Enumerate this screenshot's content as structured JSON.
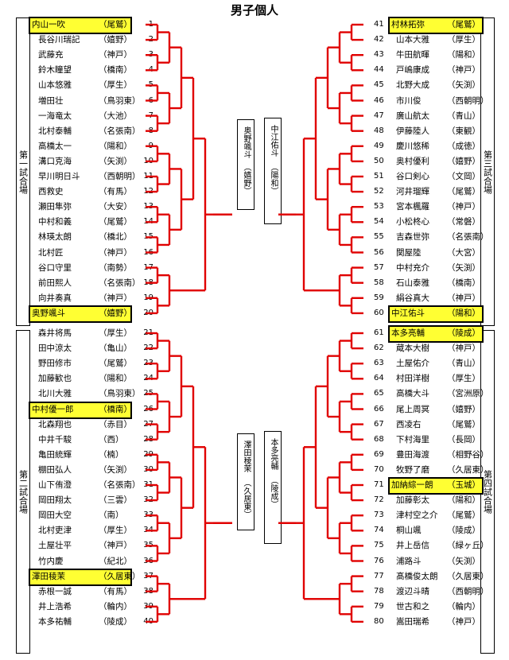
{
  "title": "男子個人",
  "venues": {
    "v1": "第一試合場",
    "v2": "第二試合場",
    "v3": "第三試合場",
    "v4": "第四試合場"
  },
  "left_players": [
    {
      "no": "1",
      "name": "内山一吹",
      "school": "尾鷲",
      "highlight": true
    },
    {
      "no": "2",
      "name": "長谷川瑞記",
      "school": "嬉野"
    },
    {
      "no": "3",
      "name": "武藤充",
      "school": "神戸"
    },
    {
      "no": "4",
      "name": "鈴木瞳望",
      "school": "橋南"
    },
    {
      "no": "5",
      "name": "山本悠雅",
      "school": "厚生"
    },
    {
      "no": "6",
      "name": "増田壮",
      "school": "鳥羽東"
    },
    {
      "no": "7",
      "name": "一海竜太",
      "school": "大池"
    },
    {
      "no": "8",
      "name": "北村泰輔",
      "school": "名張南"
    },
    {
      "no": "9",
      "name": "高橋太一",
      "school": "陽和"
    },
    {
      "no": "10",
      "name": "溝口克海",
      "school": "矢渕"
    },
    {
      "no": "11",
      "name": "早川明日斗",
      "school": "西朝明"
    },
    {
      "no": "12",
      "name": "西救史",
      "school": "有馬"
    },
    {
      "no": "13",
      "name": "瀬田隼弥",
      "school": "大安"
    },
    {
      "no": "14",
      "name": "中村和義",
      "school": "尾鷲"
    },
    {
      "no": "15",
      "name": "林瑛太朗",
      "school": "橋北"
    },
    {
      "no": "16",
      "name": "北村匠",
      "school": "神戸"
    },
    {
      "no": "17",
      "name": "谷口守里",
      "school": "南勢"
    },
    {
      "no": "18",
      "name": "前田熙人",
      "school": "名張南"
    },
    {
      "no": "19",
      "name": "向井奏真",
      "school": "神戸"
    },
    {
      "no": "20",
      "name": "奥野颯斗",
      "school": "嬉野",
      "highlight": true
    },
    {
      "no": "21",
      "name": "森井将馬",
      "school": "厚生"
    },
    {
      "no": "22",
      "name": "田中涼太",
      "school": "亀山"
    },
    {
      "no": "23",
      "name": "野田修市",
      "school": "尾鷲"
    },
    {
      "no": "24",
      "name": "加藤歓也",
      "school": "陽和"
    },
    {
      "no": "25",
      "name": "北川大雅",
      "school": "鳥羽東"
    },
    {
      "no": "26",
      "name": "中村優一郎",
      "school": "橋南",
      "highlight": true
    },
    {
      "no": "27",
      "name": "北森翔也",
      "school": "赤目"
    },
    {
      "no": "28",
      "name": "中井千駿",
      "school": "西"
    },
    {
      "no": "29",
      "name": "亀田統輝",
      "school": "楠"
    },
    {
      "no": "30",
      "name": "棚田弘人",
      "school": "矢渕"
    },
    {
      "no": "31",
      "name": "山下侑澄",
      "school": "名張南"
    },
    {
      "no": "32",
      "name": "岡田翔太",
      "school": "三雲"
    },
    {
      "no": "33",
      "name": "岡田大空",
      "school": "南"
    },
    {
      "no": "34",
      "name": "北村吏津",
      "school": "厚生"
    },
    {
      "no": "35",
      "name": "土屋壮平",
      "school": "神戸"
    },
    {
      "no": "36",
      "name": "竹内慶",
      "school": "紀北"
    },
    {
      "no": "37",
      "name": "澤田稜茉",
      "school": "久居東",
      "highlight": true
    },
    {
      "no": "38",
      "name": "赤根一誠",
      "school": "有馬"
    },
    {
      "no": "39",
      "name": "井上浩希",
      "school": "輪内"
    },
    {
      "no": "40",
      "name": "本多祐輔",
      "school": "陵成"
    }
  ],
  "right_players": [
    {
      "no": "41",
      "name": "村林拓弥",
      "school": "尾鷲",
      "highlight": true
    },
    {
      "no": "42",
      "name": "山本大雅",
      "school": "厚生"
    },
    {
      "no": "43",
      "name": "牛田航暉",
      "school": "陽和"
    },
    {
      "no": "44",
      "name": "戸嶋康成",
      "school": "神戸"
    },
    {
      "no": "45",
      "name": "北野大成",
      "school": "矢渕"
    },
    {
      "no": "46",
      "name": "市川俊",
      "school": "西朝明"
    },
    {
      "no": "47",
      "name": "廣山航太",
      "school": "青山"
    },
    {
      "no": "48",
      "name": "伊藤陸人",
      "school": "東観"
    },
    {
      "no": "49",
      "name": "慶川悠稀",
      "school": "成徳"
    },
    {
      "no": "50",
      "name": "奥村優利",
      "school": "嬉野"
    },
    {
      "no": "51",
      "name": "谷口剣心",
      "school": "文岡"
    },
    {
      "no": "52",
      "name": "河井瑠輝",
      "school": "尾鷲"
    },
    {
      "no": "53",
      "name": "宮本楓羅",
      "school": "神戸"
    },
    {
      "no": "54",
      "name": "小松柊心",
      "school": "常磐"
    },
    {
      "no": "55",
      "name": "吉森世弥",
      "school": "名張南"
    },
    {
      "no": "56",
      "name": "関屋陸",
      "school": "大宮"
    },
    {
      "no": "57",
      "name": "中村充介",
      "school": "矢渕"
    },
    {
      "no": "58",
      "name": "石山泰雅",
      "school": "橋南"
    },
    {
      "no": "59",
      "name": "絹谷真大",
      "school": "神戸"
    },
    {
      "no": "60",
      "name": "中江佑斗",
      "school": "陽和",
      "highlight": true
    },
    {
      "no": "61",
      "name": "本多亮輔",
      "school": "陵成",
      "highlight": true
    },
    {
      "no": "62",
      "name": "蔵本大樹",
      "school": "神戸"
    },
    {
      "no": "63",
      "name": "土屋佑介",
      "school": "青山"
    },
    {
      "no": "64",
      "name": "村田洋樹",
      "school": "厚生"
    },
    {
      "no": "65",
      "name": "高橋大斗",
      "school": "宮洲原"
    },
    {
      "no": "66",
      "name": "尾上周冥",
      "school": "嬉野"
    },
    {
      "no": "67",
      "name": "西凌右",
      "school": "尾鷲"
    },
    {
      "no": "68",
      "name": "下村海里",
      "school": "長岡"
    },
    {
      "no": "69",
      "name": "豊田海渡",
      "school": "相野谷"
    },
    {
      "no": "70",
      "name": "牧野了磨",
      "school": "久居東"
    },
    {
      "no": "71",
      "name": "加納綜一朗",
      "school": "玉城",
      "highlight": true
    },
    {
      "no": "72",
      "name": "加藤彰太",
      "school": "陽和"
    },
    {
      "no": "73",
      "name": "津村空之介",
      "school": "尾鷲"
    },
    {
      "no": "74",
      "name": "桐山颯",
      "school": "陵成"
    },
    {
      "no": "75",
      "name": "井上岳信",
      "school": "緑ヶ丘"
    },
    {
      "no": "76",
      "name": "浦路斗",
      "school": "矢渕"
    },
    {
      "no": "77",
      "name": "髙橋俊太朗",
      "school": "久居東"
    },
    {
      "no": "78",
      "name": "渡辺斗晴",
      "school": "西朝明"
    },
    {
      "no": "79",
      "name": "世古和之",
      "school": "輪内"
    },
    {
      "no": "80",
      "name": "嵩田瑞希",
      "school": "神戸"
    }
  ],
  "finalists": {
    "top_left": {
      "name": "奥野颯斗",
      "school": "（嬉野）"
    },
    "top_right": {
      "name": "中江佑斗",
      "school": "（陽和）"
    },
    "bottom_left": {
      "name": "澤田稜茉",
      "school": "（久居東）"
    },
    "bottom_right": {
      "name": "本多亮輔",
      "school": "（陵成）"
    }
  },
  "colors": {
    "winner_line": "#e00000",
    "highlight_fill": "#ffff33"
  }
}
